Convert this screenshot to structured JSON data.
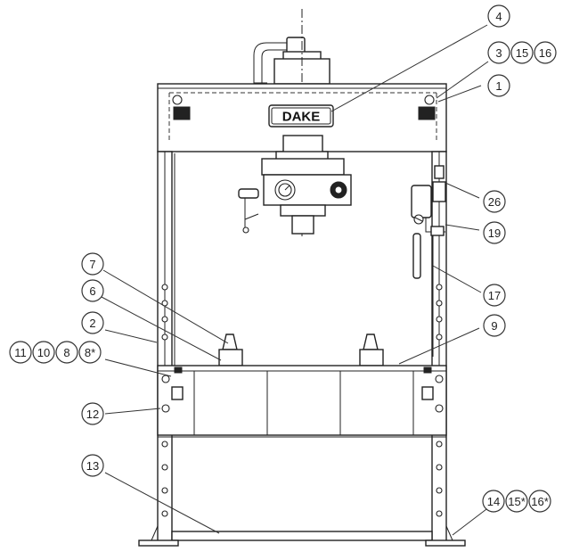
{
  "diagram": {
    "brand_label": "DAKE",
    "callouts": [
      {
        "id": "c4",
        "labels": [
          "4"
        ]
      },
      {
        "id": "c3",
        "labels": [
          "3",
          "15",
          "16"
        ]
      },
      {
        "id": "c1",
        "labels": [
          "1"
        ]
      },
      {
        "id": "c26",
        "labels": [
          "26"
        ]
      },
      {
        "id": "c19",
        "labels": [
          "19"
        ]
      },
      {
        "id": "c17",
        "labels": [
          "17"
        ]
      },
      {
        "id": "c9",
        "labels": [
          "9"
        ]
      },
      {
        "id": "c7",
        "labels": [
          "7"
        ]
      },
      {
        "id": "c6",
        "labels": [
          "6"
        ]
      },
      {
        "id": "c2",
        "labels": [
          "2"
        ]
      },
      {
        "id": "c11",
        "labels": [
          "11",
          "10",
          "8",
          "8*"
        ]
      },
      {
        "id": "c12",
        "labels": [
          "12"
        ]
      },
      {
        "id": "c13",
        "labels": [
          "13"
        ]
      },
      {
        "id": "c14",
        "labels": [
          "14",
          "15*",
          "16*"
        ]
      }
    ]
  }
}
